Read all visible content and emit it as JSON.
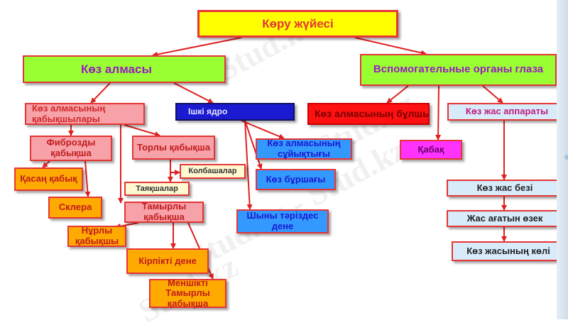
{
  "watermark": "Stud.kz",
  "watermark_2": "Stud.kz - Stud.kz",
  "nodes": {
    "root": "Көру жүйесі",
    "eyeball": "Көз алмасы",
    "aux_organs": "Вспомогательные органы глаза",
    "membranes": "Көз алмасының қабықшылары",
    "inner_core": "Ішкі ядро",
    "fibrous": "Фиброзды қабықша",
    "retina": "Торлы қабықша",
    "cornea": "Қасаң қабық",
    "sclera": "Склера",
    "cones": "Колбашалар",
    "rods": "Таяқшалар",
    "vascular": "Тамырлы қабықша",
    "iris": "Нұрлы қабықшы",
    "ciliary": "Кірпікті дене",
    "choroid": "Меншікті Тамырлы қабықша",
    "aqueous": "Көз алмасының сұйықтығы",
    "chamber": "Көз бұршағы",
    "vitreous": "Шыны тәріздес дене",
    "eye_muscles": "Көз алмасының бұлшық еттері",
    "eyelid": "Қабақ",
    "lacrimal": "Көз жас аппараты",
    "lacrimal_gland": "Көз жас безі",
    "lacrimal_duct": "Жас ағатын өзек",
    "lacrimal_lake": "Көз жасының көлі"
  },
  "colors": {
    "root_fill": "#ffff00",
    "level1_fill": "#99ff33",
    "level1_text": "#9a1bc0",
    "pink_fill": "#f7a1a8",
    "pink_border": "#e53535",
    "orange_fill": "#ffaa00",
    "blue_fill": "#3399ff",
    "navy_fill": "#1a1ad0",
    "red_fill": "#ff1111",
    "lightblue_fill": "#d8ebfb",
    "magenta": "#ff00ff",
    "connector": "#e02020"
  }
}
